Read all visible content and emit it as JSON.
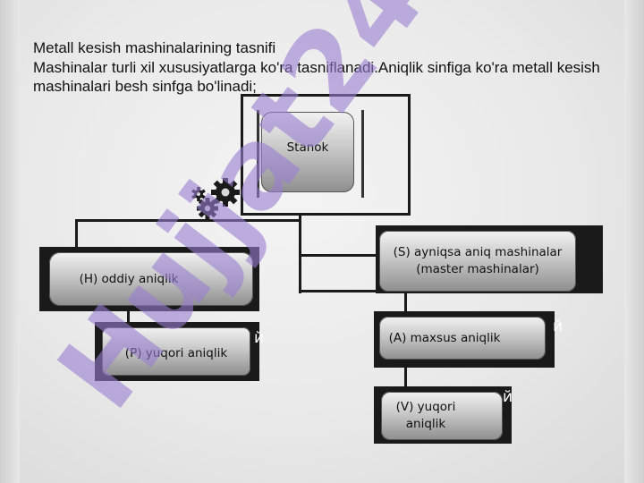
{
  "intro": {
    "title": "Metall kesish mashinalarining tasnifi",
    "body": "Mashinalar turli xil xususiyatlarga ko'ra tasniflanadi.Aniqlik sinfiga ko'ra metall kesish mashinalari besh sinfga bo'linadi;"
  },
  "diagram": {
    "root": "Stanok",
    "nodes": {
      "h": "(H) oddiy aniqlik",
      "p": "(P) yuqori aniqlik",
      "s": "(S) ayniqsa aniq mashinalar (master mashinalar)",
      "a": "(A) maxsus aniqlik",
      "v": "(V) yuqori aniqlik"
    }
  },
  "watermark": {
    "text": "Hujjat24"
  },
  "colors": {
    "box": "#1a1a1a",
    "watermark": "#9a7fd1"
  }
}
